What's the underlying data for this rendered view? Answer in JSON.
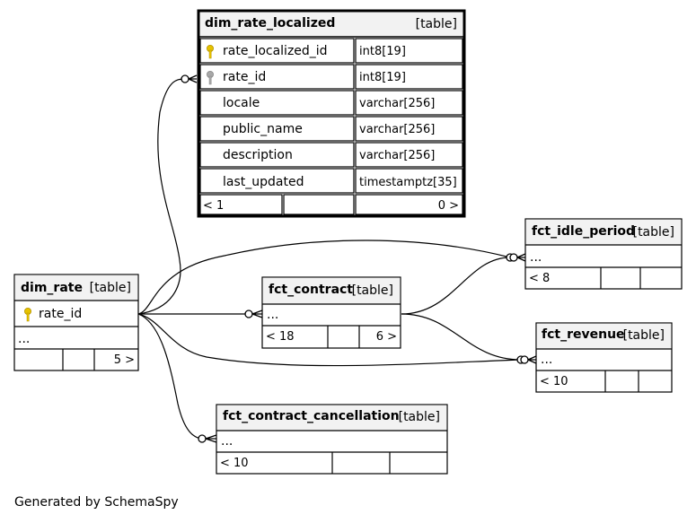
{
  "footer": "Generated by SchemaSpy",
  "tables": {
    "dim_rate_localized": {
      "name": "dim_rate_localized",
      "kind": "[table]",
      "columns": [
        {
          "name": "rate_localized_id",
          "type": "int8[19]",
          "key": "primary"
        },
        {
          "name": "rate_id",
          "type": "int8[19]",
          "key": "foreign"
        },
        {
          "name": "locale",
          "type": "varchar[256]",
          "key": ""
        },
        {
          "name": "public_name",
          "type": "varchar[256]",
          "key": ""
        },
        {
          "name": "description",
          "type": "varchar[256]",
          "key": ""
        },
        {
          "name": "last_updated",
          "type": "timestamptz[35]",
          "key": ""
        }
      ],
      "footer_left": "< 1",
      "footer_right": "0 >"
    },
    "dim_rate": {
      "name": "dim_rate",
      "kind": "[table]",
      "columns": [
        {
          "name": "rate_id",
          "key": "primary"
        }
      ],
      "ellipsis": "...",
      "footer_right": "5 >"
    },
    "fct_contract": {
      "name": "fct_contract",
      "kind": "[table]",
      "ellipsis": "...",
      "footer_left": "< 18",
      "footer_right": "6 >"
    },
    "fct_idle_period": {
      "name": "fct_idle_period",
      "kind": "[table]",
      "ellipsis": "...",
      "footer_left": "< 8"
    },
    "fct_revenue": {
      "name": "fct_revenue",
      "kind": "[table]",
      "ellipsis": "...",
      "footer_left": "< 10"
    },
    "fct_contract_cancellation": {
      "name": "fct_contract_cancellation",
      "kind": "[table]",
      "ellipsis": "...",
      "footer_left": "< 10"
    }
  },
  "relationships": [
    {
      "from": "dim_rate",
      "to": "dim_rate_localized"
    },
    {
      "from": "dim_rate",
      "to": "fct_contract"
    },
    {
      "from": "dim_rate",
      "to": "fct_idle_period"
    },
    {
      "from": "dim_rate",
      "to": "fct_revenue"
    },
    {
      "from": "dim_rate",
      "to": "fct_contract_cancellation"
    },
    {
      "from": "fct_contract",
      "to": "fct_idle_period"
    },
    {
      "from": "fct_contract",
      "to": "fct_revenue"
    }
  ],
  "colors": {
    "header_fill": "#f2f2f2",
    "border": "#000000",
    "primary_key": "#e6c200",
    "foreign_key": "#a8a8a8"
  }
}
